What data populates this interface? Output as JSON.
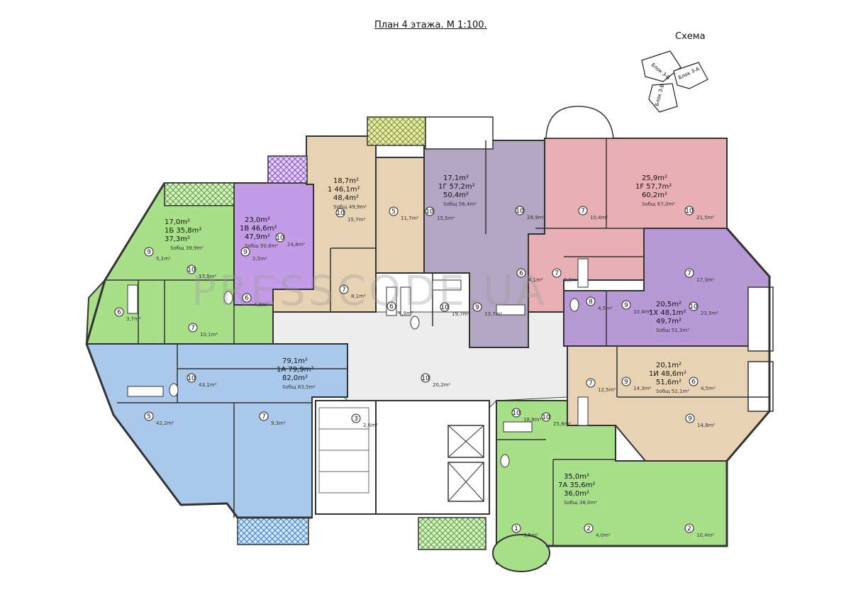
{
  "plan_title": "План 4 этажа. М 1:100.",
  "scheme_label": "Схема",
  "scheme_blocks": [
    "Блок 3-Б",
    "Блок 3-А",
    "Блок 3-В"
  ],
  "watermark": "PRESSCODE.UA",
  "colors": {
    "green": "#a8e08a",
    "lilac": "#c39be6",
    "beige": "#e8d2b4",
    "mauve": "#b3a5c4",
    "rose": "#e8b0b5",
    "blue": "#a9c8ea",
    "purple": "#b799d6",
    "corridor": "#ededed",
    "wall": "#333333"
  },
  "apartments": [
    {
      "id": "1Б-green",
      "lines": [
        "17,0m²",
        "1Б 35,8m²",
        "37,3m²",
        "Sобщ 39,9m²"
      ]
    },
    {
      "id": "1В",
      "lines": [
        "23,0m²",
        "1В 46,6m²",
        "47,9m²",
        "Sобщ 50,8m²"
      ]
    },
    {
      "id": "1",
      "lines": [
        "18,7m²",
        "1 46,1m²",
        "48,4m²",
        "Sобщ 49,9m²"
      ]
    },
    {
      "id": "1Г",
      "lines": [
        "17,1m²",
        "1Г 57,2m²",
        "50,4m²",
        "Sобщ 56,4m²"
      ]
    },
    {
      "id": "1F",
      "lines": [
        "25,9m²",
        "1F 57,7m²",
        "60,2m²",
        "Sобщ 67,0m²"
      ]
    },
    {
      "id": "1X",
      "lines": [
        "20,5m²",
        "1X 48,1m²",
        "49,7m²",
        "Sобщ 51,3m²"
      ]
    },
    {
      "id": "1А",
      "lines": [
        "79,1m²",
        "1А 79,9m²",
        "82,0m²",
        "Sобщ 83,5m²"
      ]
    },
    {
      "id": "1И",
      "lines": [
        "20,1m²",
        "1И 48,6m²",
        "51,6m²",
        "Sобщ 52,1m²"
      ]
    },
    {
      "id": "7А",
      "lines": [
        "35,0m²",
        "7А 35,6m²",
        "36,0m²",
        "Sобщ 38,0m²"
      ]
    }
  ],
  "rooms": [
    {
      "num": "9",
      "area": "5,1m²"
    },
    {
      "num": "10",
      "area": "17,5m²"
    },
    {
      "num": "6",
      "area": "3,7m²"
    },
    {
      "num": "7",
      "area": "10,1m²"
    },
    {
      "num": "9",
      "area": "2,5m²"
    },
    {
      "num": "10",
      "area": "24,8m²"
    },
    {
      "num": "6",
      "area": "4,8m²"
    },
    {
      "num": "10",
      "area": "15,7m²"
    },
    {
      "num": "7",
      "area": "8,1m²"
    },
    {
      "num": "5",
      "area": "11,7m²"
    },
    {
      "num": "6",
      "area": "4,9m²"
    },
    {
      "num": "10",
      "area": "15,5m²"
    },
    {
      "num": "10",
      "area": "19,7m²"
    },
    {
      "num": "9",
      "area": "13,7m²"
    },
    {
      "num": "10",
      "area": "28,9m²"
    },
    {
      "num": "7",
      "area": "10,4m²"
    },
    {
      "num": "10",
      "area": "21,5m²"
    },
    {
      "num": "7",
      "area": "9,8m²"
    },
    {
      "num": "6",
      "area": "4,1m²"
    },
    {
      "num": "8",
      "area": "4,5m²"
    },
    {
      "num": "9",
      "area": "10,4m²"
    },
    {
      "num": "7",
      "area": "17,3m²"
    },
    {
      "num": "10",
      "area": "23,5m²"
    },
    {
      "num": "10",
      "area": "43,1m²"
    },
    {
      "num": "5",
      "area": "42,2m²"
    },
    {
      "num": "7",
      "area": "9,3m²"
    },
    {
      "num": "10",
      "area": "20,2m²"
    },
    {
      "num": "9",
      "area": "14,3m²"
    },
    {
      "num": "6",
      "area": "4,5m²"
    },
    {
      "num": "7",
      "area": "12,5m²"
    },
    {
      "num": "9",
      "area": "14,8m²"
    },
    {
      "num": "10",
      "area": "18,9m²"
    },
    {
      "num": "10",
      "area": "25,8m²"
    },
    {
      "num": "1",
      "area": "3,5m²"
    },
    {
      "num": "2",
      "area": "4,0m²"
    },
    {
      "num": "2",
      "area": "10,4m²"
    },
    {
      "num": "3",
      "area": "2,6m²"
    }
  ]
}
